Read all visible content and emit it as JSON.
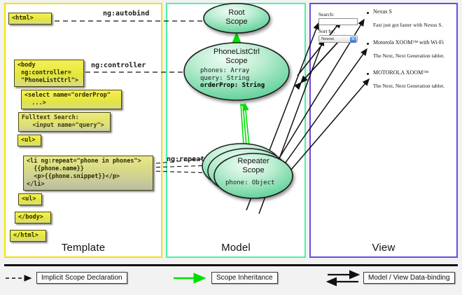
{
  "panels": {
    "template": {
      "label": "Template",
      "border_color": "#f2e200"
    },
    "model": {
      "label": "Model",
      "border_color": "#4df0a8"
    },
    "view": {
      "label": "View",
      "border_color": "#6a4ae0"
    }
  },
  "template": {
    "boxes": [
      {
        "id": "html-open",
        "text": "<html>"
      },
      {
        "id": "body-open",
        "text": "<body\n ng:controller=\n \"PhoneListCtrl\">"
      },
      {
        "id": "select",
        "text": "<select name=\"orderProp\"\n  ...>"
      },
      {
        "id": "fulltext",
        "text": "Fulltext Search:\n   <input name=\"query\">"
      },
      {
        "id": "ul-open",
        "text": "<ul>"
      },
      {
        "id": "li-repeat",
        "text": "<li ng:repeat=\"phone in phones\">\n  {{phone.name}}\n  <p>{{phone.snippet}}</p>\n</li>"
      },
      {
        "id": "ul-close",
        "text": "<ul>"
      },
      {
        "id": "body-close",
        "text": "</body>"
      },
      {
        "id": "html-close",
        "text": "</html>"
      }
    ]
  },
  "connector_labels": {
    "autobind": "ng:autobind",
    "controller": "ng:controller",
    "repeat": "ng:repeat"
  },
  "model": {
    "scopes": [
      {
        "id": "root",
        "title": "Root\nScope",
        "props": []
      },
      {
        "id": "ctrl",
        "title": "PhoneListCtrl\nScope",
        "props": [
          "phones: Array",
          "query: String",
          "orderProp: String"
        ],
        "bold_props": [
          "orderProp: String"
        ]
      },
      {
        "id": "repeater",
        "title": "Repeater\nScope",
        "props": [
          "phone: Object"
        ]
      }
    ],
    "ellipse_fill_light": "#e7f9ee",
    "ellipse_fill_dark": "#5fd49a"
  },
  "view": {
    "search_label": "Search:",
    "search_value": "",
    "sort_label": "Sort by:",
    "sort_selected": "Newest",
    "items": [
      {
        "title": "Nexus S",
        "snippet": "Fast just got faster with Nexus S."
      },
      {
        "title": "Motorola XOOM™  with Wi-Fi",
        "snippet": "The Next, Next Generation tablet."
      },
      {
        "title": "MOTOROLA XOOM™",
        "snippet": "The Next, Next Generation tablet."
      }
    ]
  },
  "legend": [
    {
      "id": "implicit",
      "label": "Implicit Scope Declaration",
      "style": "dashed-black"
    },
    {
      "id": "inheritance",
      "label": "Scope Inheritance",
      "style": "solid-green"
    },
    {
      "id": "databinding",
      "label": "Model / View Data-binding",
      "style": "double-black"
    }
  ],
  "colors": {
    "green_arrow": "#00e000",
    "black": "#111111",
    "code_yellow": "#eae93f"
  }
}
